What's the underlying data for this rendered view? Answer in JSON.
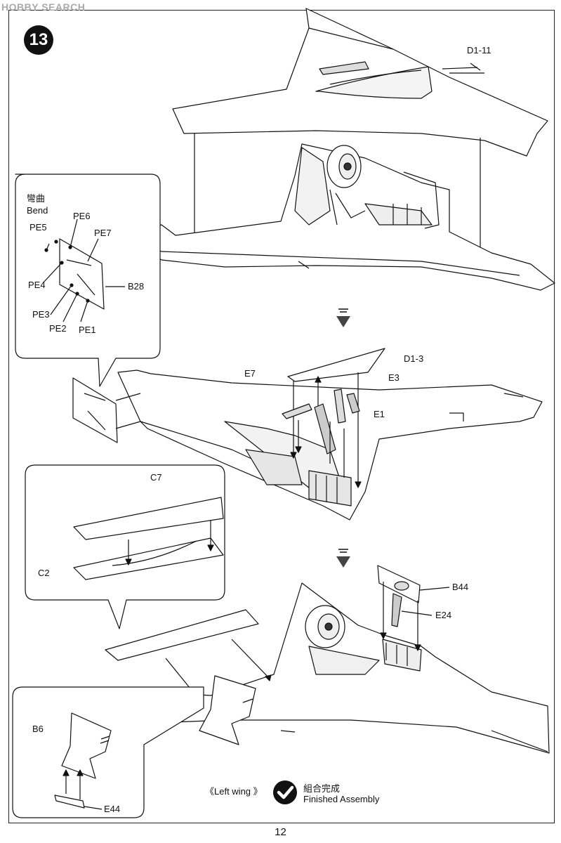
{
  "watermark": "HOBBY SEARCH",
  "step_number": "13",
  "page_number": "12",
  "labels": {
    "d1_11": "D1-11",
    "d1_3": "D1-3",
    "e7": "E7",
    "e3": "E3",
    "e1": "E1",
    "c7": "C7",
    "c2": "C2",
    "b44": "B44",
    "e24": "E24",
    "b6": "B6",
    "e44": "E44",
    "bend_cjk": "彎曲",
    "bend": "Bend",
    "pe5": "PE5",
    "pe6": "PE6",
    "pe7": "PE7",
    "pe4": "PE4",
    "b28": "B28",
    "pe3": "PE3",
    "pe2": "PE2",
    "pe1": "PE1"
  },
  "footer": {
    "left_wing": "《Left wing 》",
    "finished_cjk": "組合完成",
    "finished_en": "Finished Assembly"
  },
  "icons": {
    "step_badge": "number-circle",
    "check": "check-circle-icon",
    "arrow": "down-arrow-icon"
  }
}
